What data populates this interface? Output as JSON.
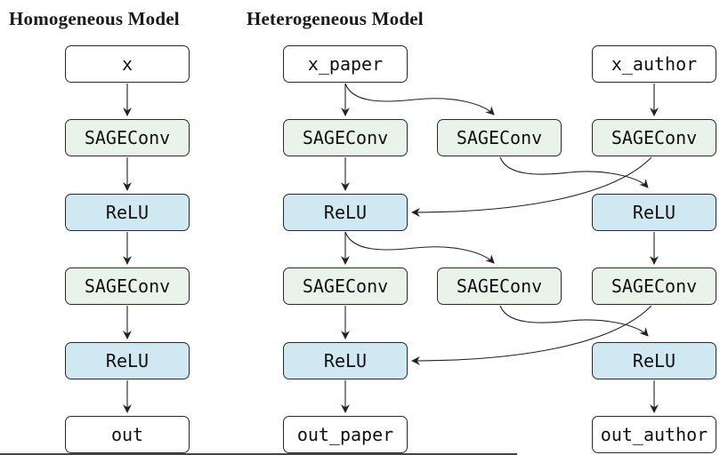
{
  "colors": {
    "background": "#ffffff",
    "conv_fill": "#eaf3ea",
    "relu_fill": "#cfe8f2",
    "io_fill": "#ffffff",
    "border": "#2a2a2a",
    "arrow": "#222222",
    "title_text": "#1a1a1a",
    "bottom_bar": "#454545"
  },
  "homogeneous": {
    "title": "Homogeneous Model",
    "input": "x",
    "conv1": "SAGEConv",
    "relu1": "ReLU",
    "conv2": "SAGEConv",
    "relu2": "ReLU",
    "output": "out",
    "edges": [
      [
        "x",
        "SAGEConv#1"
      ],
      [
        "SAGEConv#1",
        "ReLU#1"
      ],
      [
        "ReLU#1",
        "SAGEConv#2"
      ],
      [
        "SAGEConv#2",
        "ReLU#2"
      ],
      [
        "ReLU#2",
        "out"
      ]
    ]
  },
  "heterogeneous": {
    "title": "Heterogeneous Model",
    "paper": {
      "input": "x_paper",
      "conv1": "SAGEConv",
      "relu1": "ReLU",
      "conv2": "SAGEConv",
      "relu2": "ReLU",
      "output": "out_paper"
    },
    "relation": {
      "conv1": "SAGEConv",
      "conv2": "SAGEConv"
    },
    "author": {
      "input": "x_author",
      "conv1": "SAGEConv",
      "relu1": "ReLU",
      "conv2": "SAGEConv",
      "relu2": "ReLU",
      "output": "out_author"
    },
    "edges": [
      [
        "x_paper",
        "paper.SAGEConv#1"
      ],
      [
        "x_paper",
        "relation.SAGEConv#1"
      ],
      [
        "x_author",
        "author.SAGEConv#1"
      ],
      [
        "paper.SAGEConv#1",
        "paper.ReLU#1"
      ],
      [
        "relation.SAGEConv#1",
        "author.ReLU#1"
      ],
      [
        "author.SAGEConv#1",
        "paper.ReLU#1"
      ],
      [
        "paper.ReLU#1",
        "paper.SAGEConv#2"
      ],
      [
        "paper.ReLU#1",
        "relation.SAGEConv#2"
      ],
      [
        "author.ReLU#1",
        "author.SAGEConv#2"
      ],
      [
        "paper.SAGEConv#2",
        "paper.ReLU#2"
      ],
      [
        "relation.SAGEConv#2",
        "author.ReLU#2"
      ],
      [
        "author.SAGEConv#2",
        "paper.ReLU#2"
      ],
      [
        "paper.ReLU#2",
        "out_paper"
      ],
      [
        "author.ReLU#2",
        "out_author"
      ]
    ]
  }
}
